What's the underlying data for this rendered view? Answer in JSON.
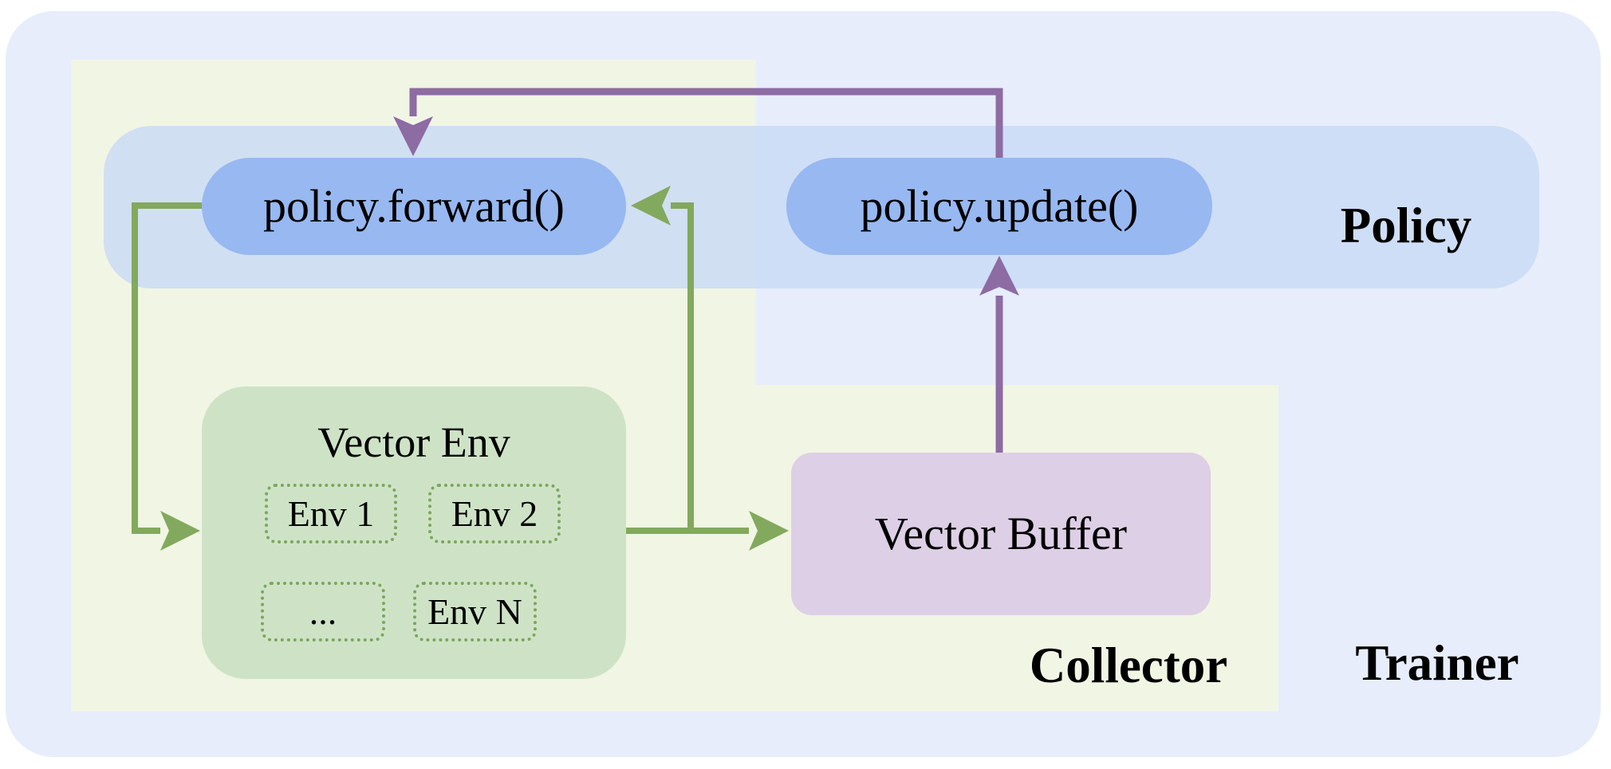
{
  "diagram": {
    "trainer_label": "Trainer",
    "collector_label": "Collector",
    "policy": {
      "label": "Policy",
      "forward_label": "policy.forward()",
      "update_label": "policy.update()"
    },
    "vector_env": {
      "title": "Vector Env",
      "envs": [
        {
          "label": "Env 1"
        },
        {
          "label": "Env 2"
        },
        {
          "label": "..."
        },
        {
          "label": "Env N"
        }
      ]
    },
    "vector_buffer": {
      "label": "Vector Buffer"
    },
    "arrows": [
      {
        "name": "forward-to-env",
        "from": "policy.forward()",
        "to": "Vector Env",
        "color": "green"
      },
      {
        "name": "env-to-buffer",
        "from": "Vector Env",
        "to": "Vector Buffer",
        "color": "green"
      },
      {
        "name": "env-branch-to-forward",
        "from": "Vector Env",
        "to": "policy.forward()",
        "color": "green"
      },
      {
        "name": "buffer-to-update",
        "from": "Vector Buffer",
        "to": "policy.update()",
        "color": "purple"
      },
      {
        "name": "update-to-forward",
        "from": "policy.update()",
        "to": "policy.forward()",
        "color": "purple"
      }
    ],
    "colors": {
      "page_bg": "#ffffff",
      "trainer_bg": "#e7edfb",
      "collector_bg": "#f1f5e4",
      "policy_band_bg": "rgba(200,217,245,0.8)",
      "pill_bg": "#97b8f1",
      "env_box_bg": "#cee3c6",
      "env_dashed_border": "#7da55c",
      "buffer_bg": "#ddcfe5",
      "green_arrow": "#82a95d",
      "purple_arrow": "#8d6ba3",
      "text": "#000000"
    }
  }
}
